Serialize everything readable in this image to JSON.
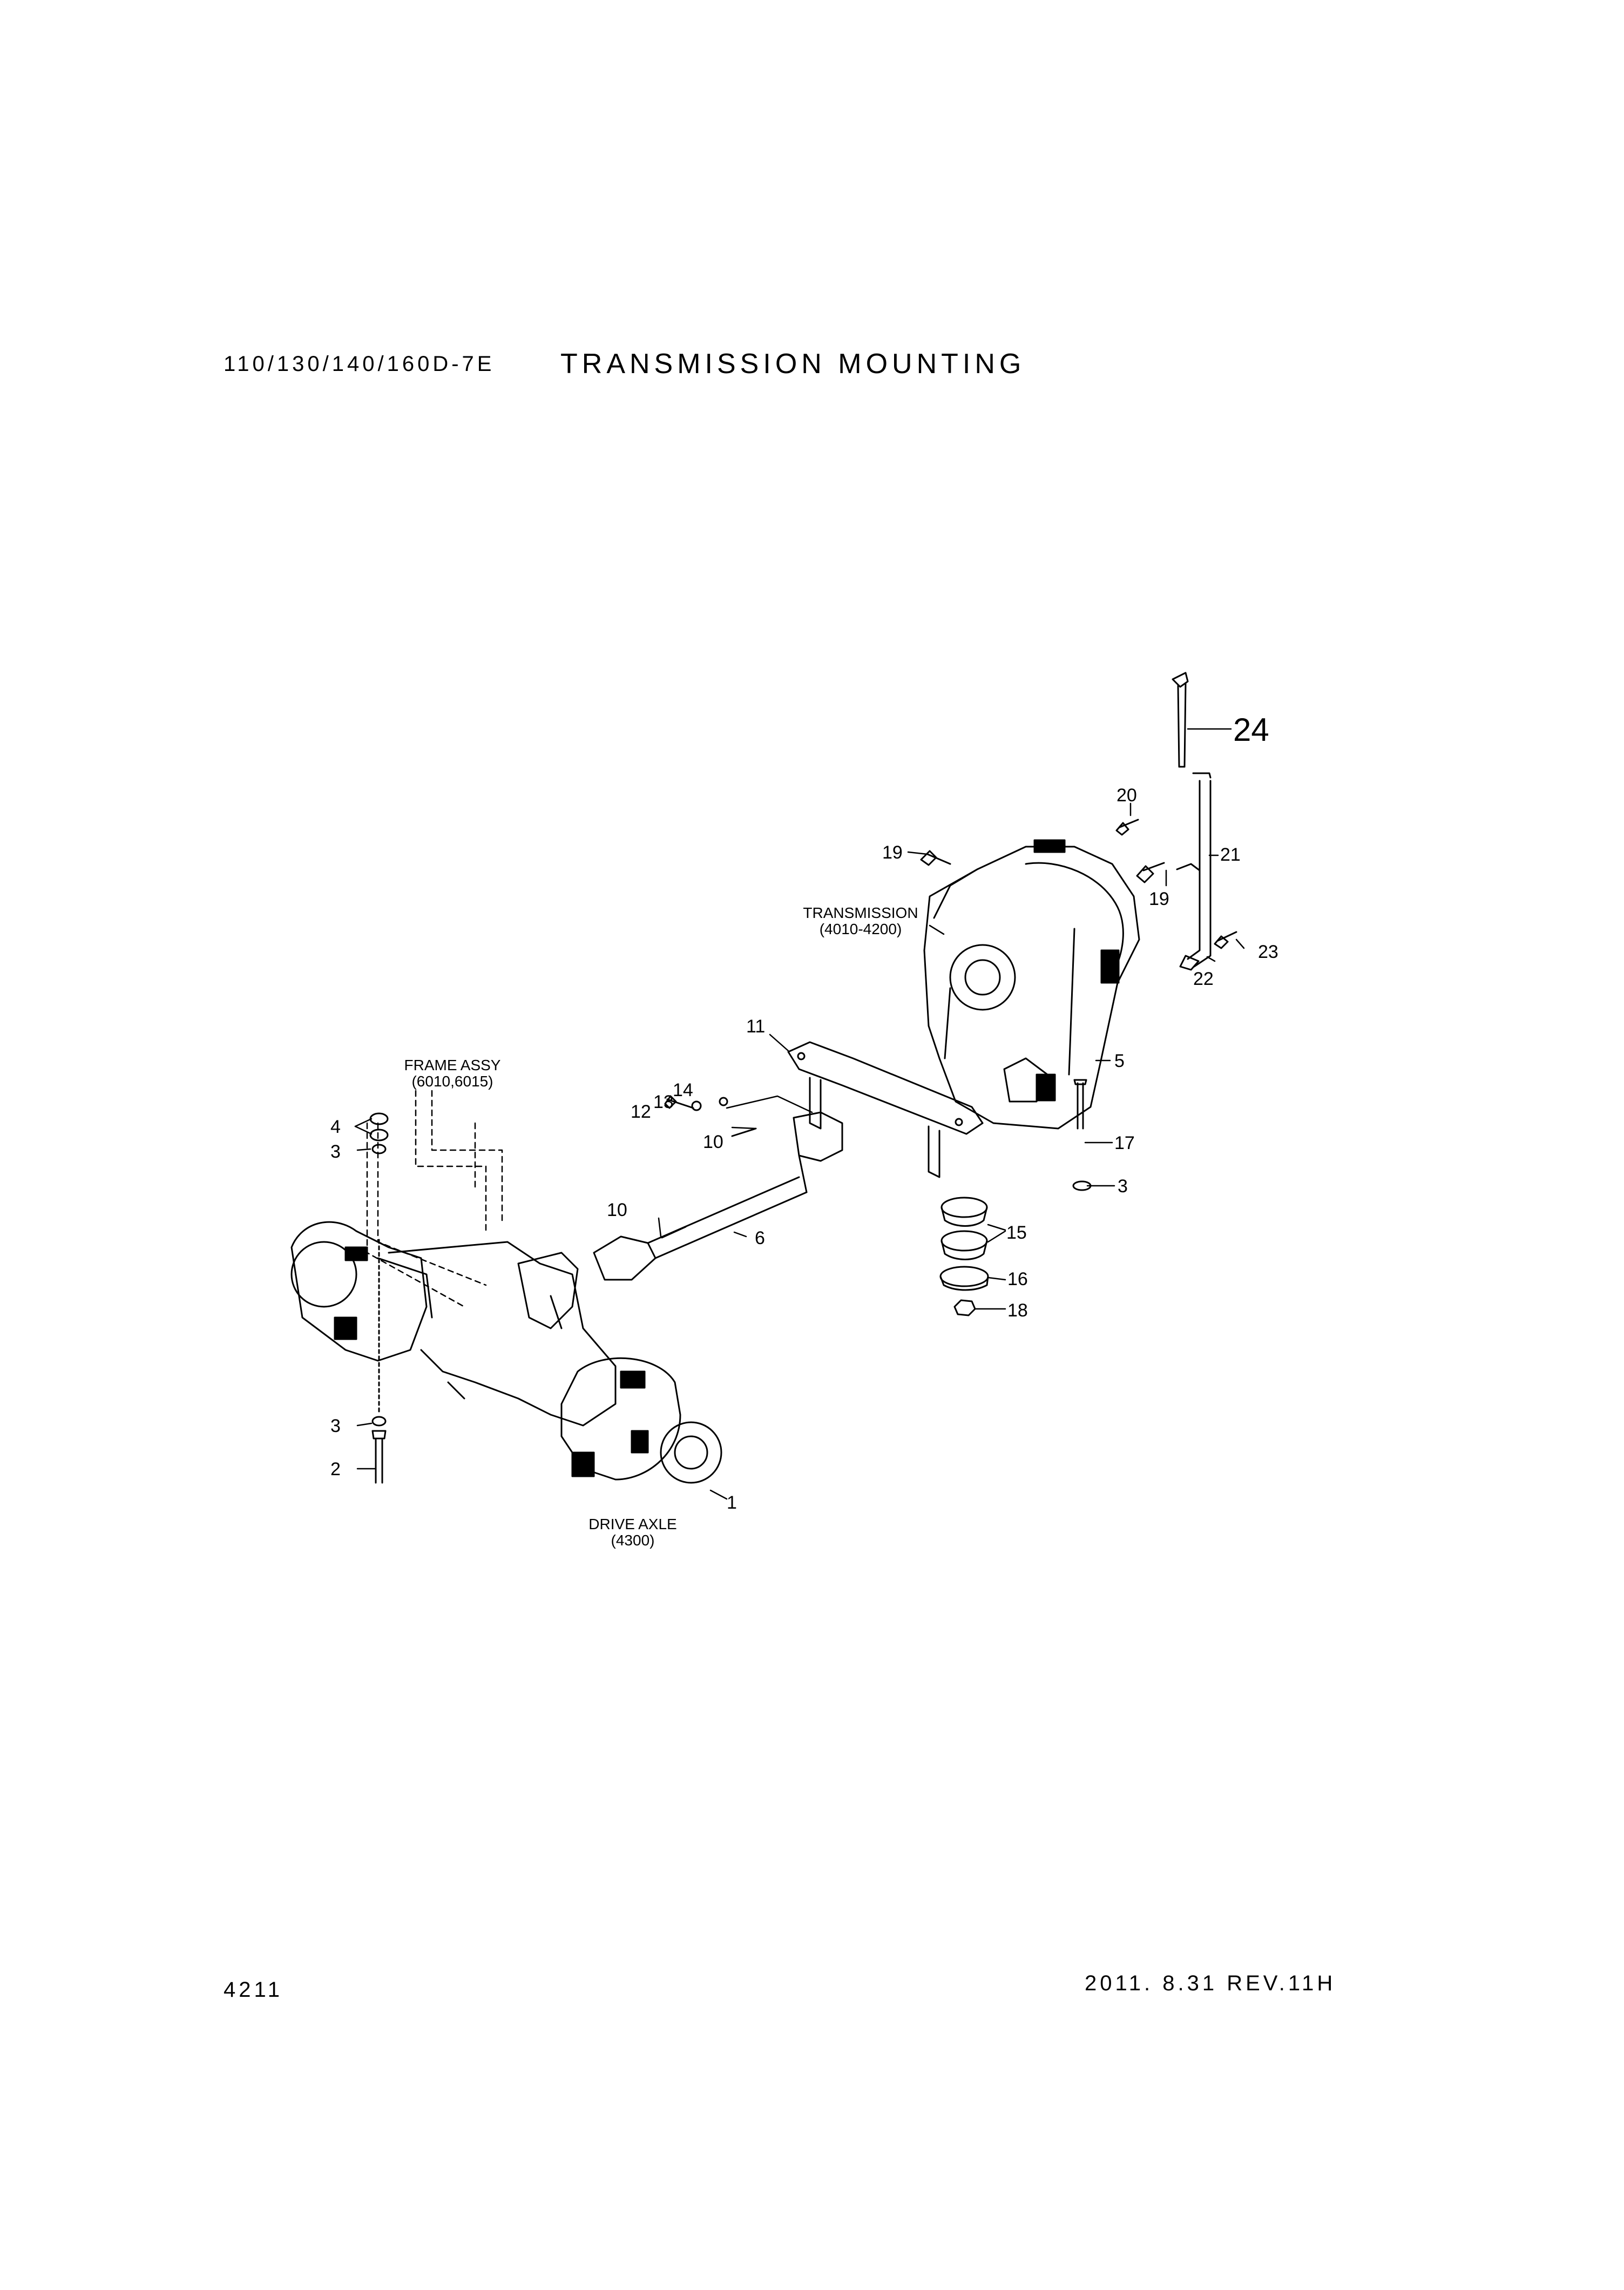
{
  "header": {
    "model": "110/130/140/160D-7E",
    "title": "TRANSMISSION MOUNTING"
  },
  "footer": {
    "page_number": "4211",
    "revision": "2011. 8.31  REV.11H"
  },
  "labels": {
    "frame_assy_name": "FRAME ASSY",
    "frame_assy_ref": "(6010,6015)",
    "transmission_name": "TRANSMISSION",
    "transmission_ref": "(4010-4200)",
    "drive_axle_name": "DRIVE AXLE",
    "drive_axle_ref": "(4300)"
  },
  "callouts": {
    "c1": "1",
    "c2": "2",
    "c3a": "3",
    "c3b": "3",
    "c3c": "3",
    "c4": "4",
    "c5": "5",
    "c6": "6",
    "c10a": "10",
    "c10b": "10",
    "c11": "11",
    "c12": "12",
    "c13": "13",
    "c14": "14",
    "c15": "15",
    "c16": "16",
    "c17": "17",
    "c18": "18",
    "c19a": "19",
    "c19b": "19",
    "c20": "20",
    "c21": "21",
    "c22": "22",
    "c23": "23",
    "c24": "24"
  }
}
